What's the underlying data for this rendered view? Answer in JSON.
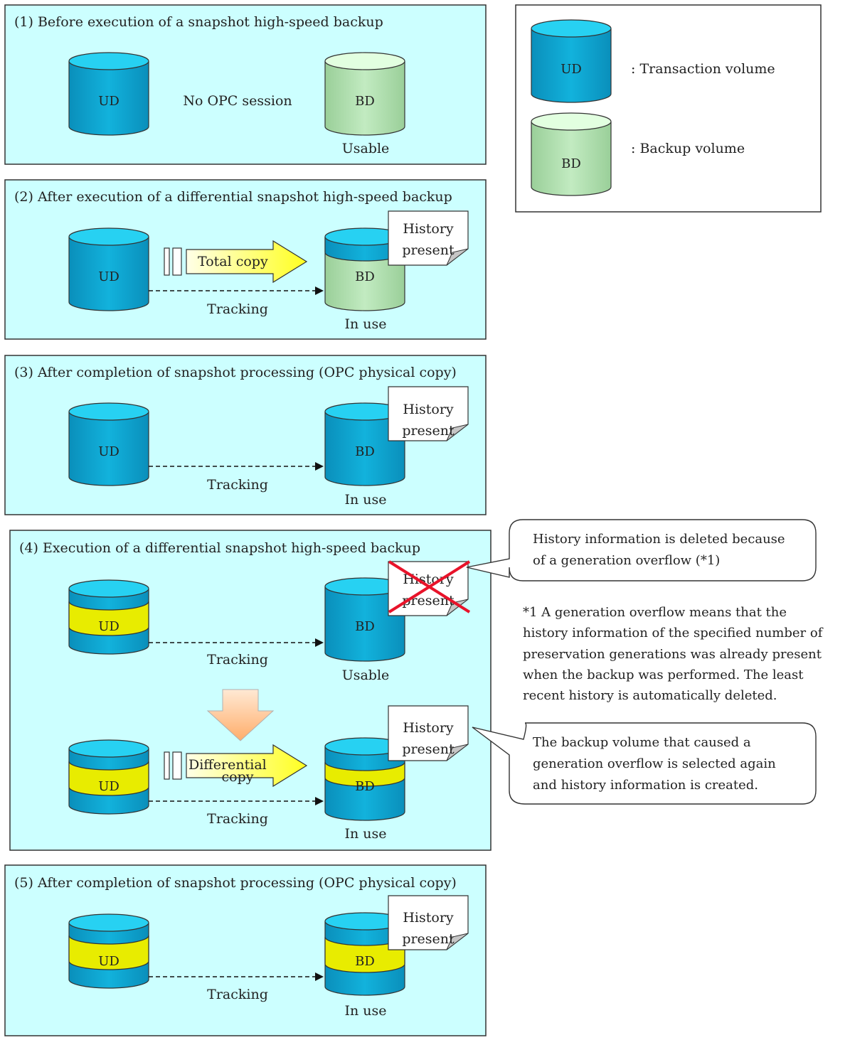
{
  "panels": [
    {
      "title": "(1)  Before execution of a snapshot high-speed backup",
      "center_label": "No OPC session",
      "ud_label": "UD",
      "bd_label": "BD",
      "status": "Usable"
    },
    {
      "title": "(2)  After execution of a differential snapshot high-speed backup",
      "copy_label": "Total copy",
      "tracking": "Tracking",
      "ud_label": "UD",
      "bd_label": "BD",
      "status": "In use",
      "history": [
        "History",
        "present"
      ]
    },
    {
      "title": "(3)  After completion of snapshot processing (OPC physical copy)",
      "tracking": "Tracking",
      "ud_label": "UD",
      "bd_label": "BD",
      "status": "In use",
      "history": [
        "History",
        "present"
      ]
    },
    {
      "title": "(4)  Execution of a differential snapshot high-speed backup",
      "tracking_top": "Tracking",
      "status_top": "Usable",
      "tracking_bottom": "Tracking",
      "copy_label": [
        "Differential",
        "copy"
      ],
      "ud_label": "UD",
      "bd_label": "BD",
      "status_bottom": "In use",
      "history_top": [
        "History",
        "present"
      ],
      "history_bottom": [
        "History",
        "present"
      ]
    },
    {
      "title": "(5)  After completion of snapshot processing (OPC physical copy)",
      "tracking": "Tracking",
      "ud_label": "UD",
      "bd_label": "BD",
      "status": "In use",
      "history": [
        "History",
        "present"
      ]
    }
  ],
  "legend": {
    "transaction": {
      "icon_label": "UD",
      "text": ": Transaction volume"
    },
    "backup": {
      "icon_label": "BD",
      "text": ": Backup volume"
    }
  },
  "callouts": {
    "deleted": [
      "History information is deleted because",
      "of a generation overflow (*1)"
    ],
    "reselected": [
      "The backup volume that caused a",
      "generation overflow is selected again",
      "and history information is created."
    ]
  },
  "footnote": [
    "*1  A generation overflow means that the",
    "history information of the specified number of",
    "preservation generations was already present",
    "when the backup was performed. The least",
    "recent history is automatically deleted."
  ],
  "colors": {
    "panel_bg": "#ccffff",
    "volume_blue": "#0ba0cc",
    "volume_blue_top": "#27d1f2",
    "volume_green": "#a9dba9",
    "volume_green_top": "#e2ffe0",
    "volume_yellow": "#e8ec00",
    "arrow_yellow": "#ffff40",
    "cross_red": "#e8132a"
  }
}
